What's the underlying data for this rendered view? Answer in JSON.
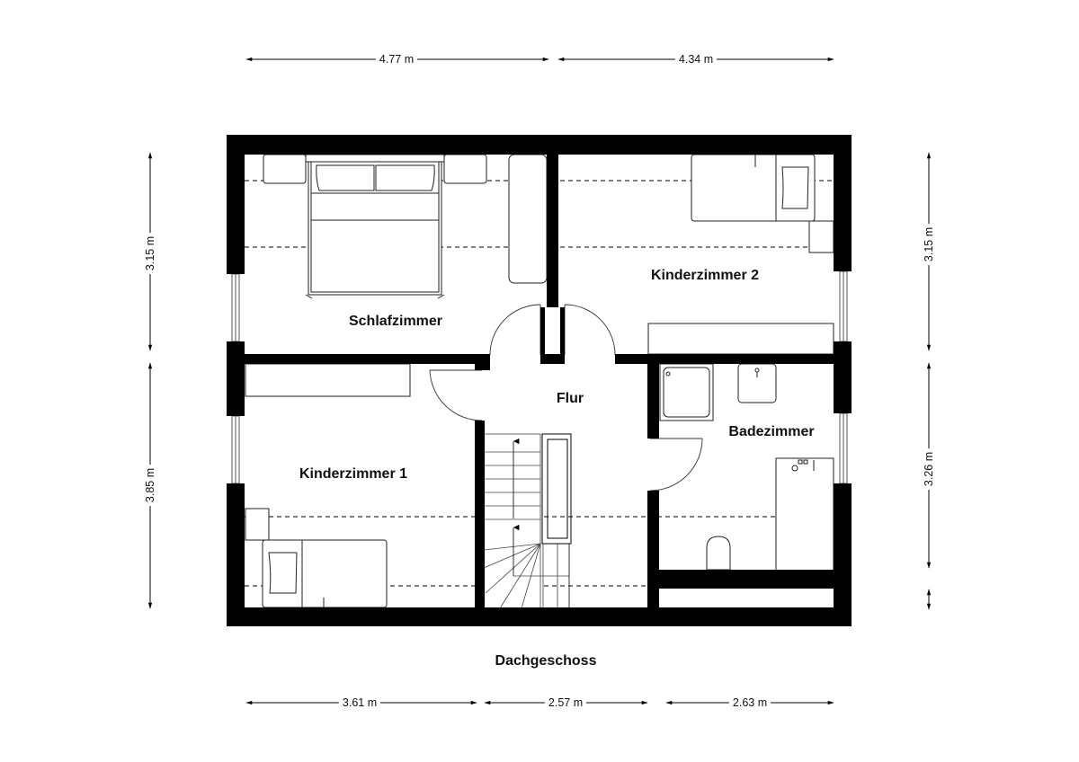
{
  "plan": {
    "title": "Dachgeschoss",
    "rooms": [
      {
        "id": "schlafzimmer",
        "name": "Schlafzimmer"
      },
      {
        "id": "kinderzimmer2",
        "name": "Kinderzimmer 2"
      },
      {
        "id": "flur",
        "name": "Flur"
      },
      {
        "id": "kinderzimmer1",
        "name": "Kinderzimmer 1"
      },
      {
        "id": "badezimmer",
        "name": "Badezimmer"
      }
    ]
  },
  "dimensions": {
    "top": [
      "4.77 m",
      "4.34 m"
    ],
    "bottom": [
      "3.61 m",
      "2.57 m",
      "2.63 m"
    ],
    "left": [
      "3.15 m",
      "3.85 m"
    ],
    "right": [
      "3.15 m",
      "3.26 m"
    ]
  },
  "colors": {
    "wall": "#000000",
    "line": "#333333",
    "background": "#ffffff"
  }
}
